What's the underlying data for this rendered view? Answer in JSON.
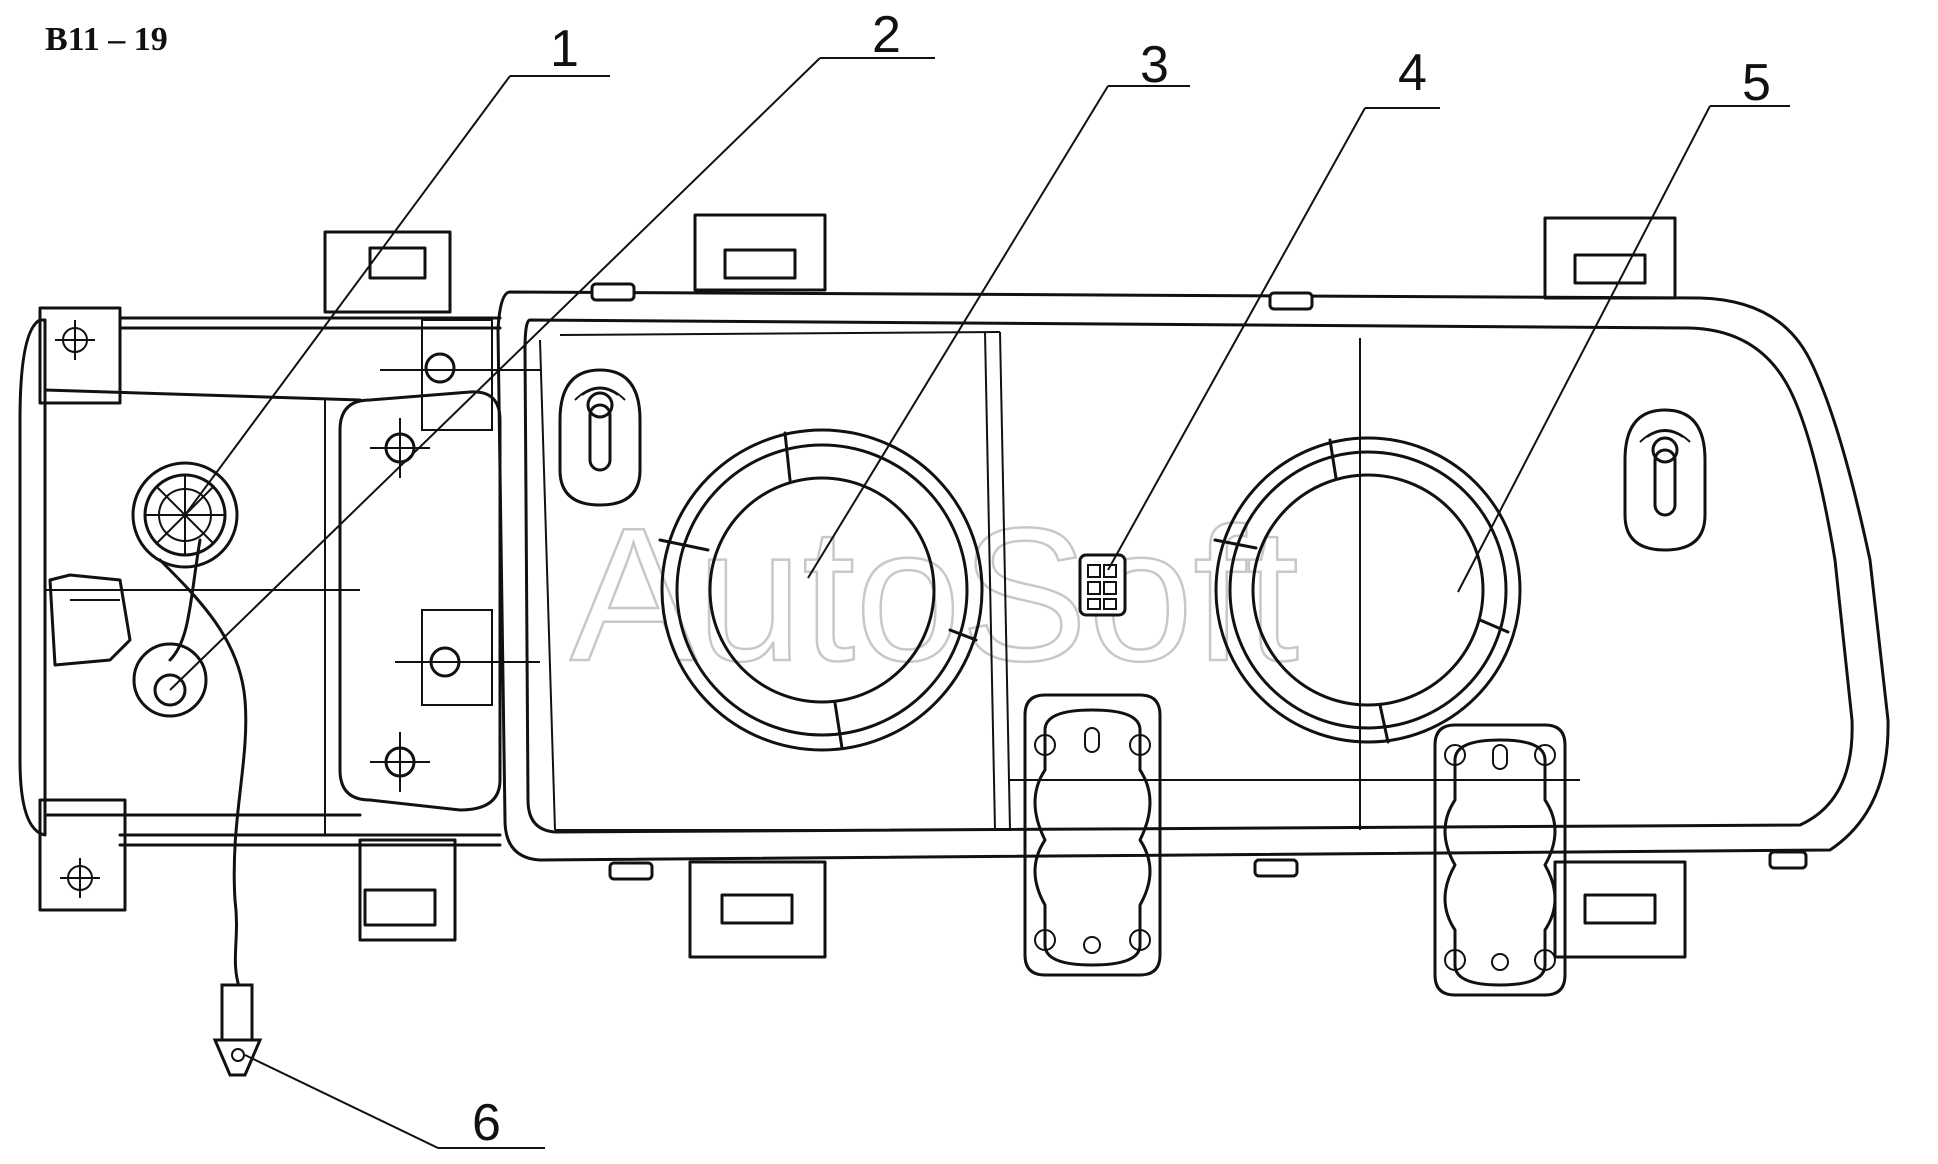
{
  "drawing_code": "B11 – 19",
  "watermark": "AutoSoft",
  "callouts": [
    {
      "id": "callout-1",
      "label": "1"
    },
    {
      "id": "callout-2",
      "label": "2"
    },
    {
      "id": "callout-3",
      "label": "3"
    },
    {
      "id": "callout-4",
      "label": "4"
    },
    {
      "id": "callout-5",
      "label": "5"
    },
    {
      "id": "callout-6",
      "label": "6"
    }
  ]
}
